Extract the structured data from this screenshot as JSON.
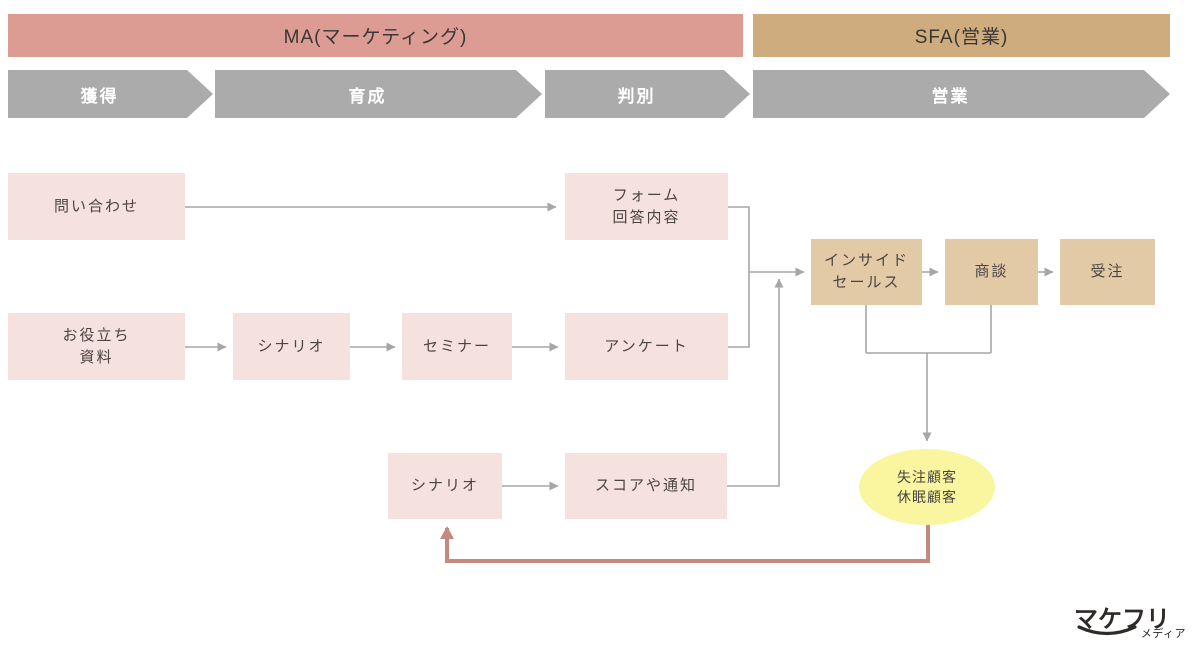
{
  "header": {
    "ma_label": "MA(マーケティング)",
    "sfa_label": "SFA(営業)"
  },
  "stages": [
    {
      "label": "獲得"
    },
    {
      "label": "育成"
    },
    {
      "label": "判別"
    },
    {
      "label": "営業"
    }
  ],
  "flow": {
    "inquiry": {
      "label": "問い合わせ"
    },
    "form_response": {
      "line1": "フォーム",
      "line2": "回答内容"
    },
    "useful_docs": {
      "line1": "お役立ち",
      "line2": "資料"
    },
    "scenario1": {
      "label": "シナリオ"
    },
    "seminar": {
      "label": "セミナー"
    },
    "survey": {
      "label": "アンケート"
    },
    "scenario2": {
      "label": "シナリオ"
    },
    "score_notify": {
      "label": "スコアや通知"
    },
    "inside_sales": {
      "line1": "インサイド",
      "line2": "セールス"
    },
    "negotiation": {
      "label": "商談"
    },
    "order": {
      "label": "受注"
    },
    "lost_dormant": {
      "line1": "失注顧客",
      "line2": "休眠顧客"
    }
  },
  "logo": {
    "brand": "マケフリ",
    "sub": "メディア"
  },
  "colors": {
    "ma_bar": "#DC9C93",
    "sfa_bar": "#CFAC7E",
    "stage_chevron": "#ABABAB",
    "pink_node": "#F5E1DD",
    "tan_node": "#E3CAA7",
    "yellow_ellipse": "#FAF6A0",
    "gray_wire": "#A6A6A6",
    "pink_loop_wire": "#C48A80"
  }
}
